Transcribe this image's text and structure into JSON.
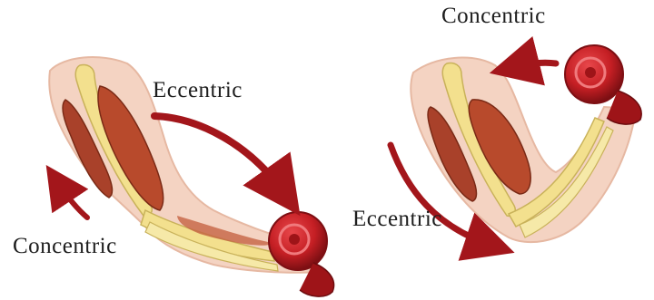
{
  "left_panel": {
    "eccentric_label": "Eccentric",
    "concentric_label": "Concentric"
  },
  "right_panel": {
    "concentric_label": "Concentric",
    "eccentric_label": "Eccentric"
  },
  "colors": {
    "arrow": "#a3161b",
    "muscle": "#b84a2c",
    "bone": "#f3e08e",
    "skin": "#f4d3c2",
    "dumbbell": "#c51f24"
  }
}
